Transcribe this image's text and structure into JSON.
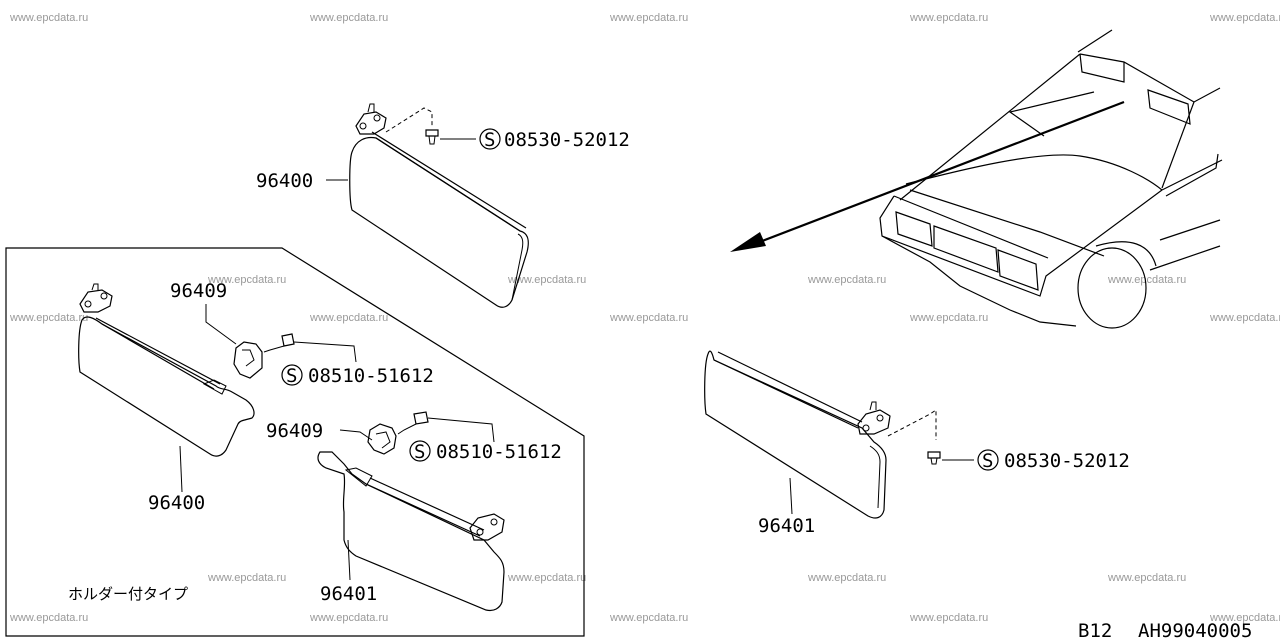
{
  "watermark_text": "www.epcdata.ru",
  "labels": {
    "top_visor": "96400",
    "top_bolt": "08530-52012",
    "holder_left": "96409",
    "holder_left_bolt": "08510-51612",
    "holder_right": "96409",
    "holder_right_bolt": "08510-51612",
    "inset_visor_left": "96400",
    "inset_visor_right": "96401",
    "inset_caption": "ホルダー付タイプ",
    "right_visor": "96401",
    "right_bolt": "08530-52012",
    "s_mark": "S"
  },
  "footer": {
    "code_left": "B12",
    "code_right": "AH99040005"
  }
}
